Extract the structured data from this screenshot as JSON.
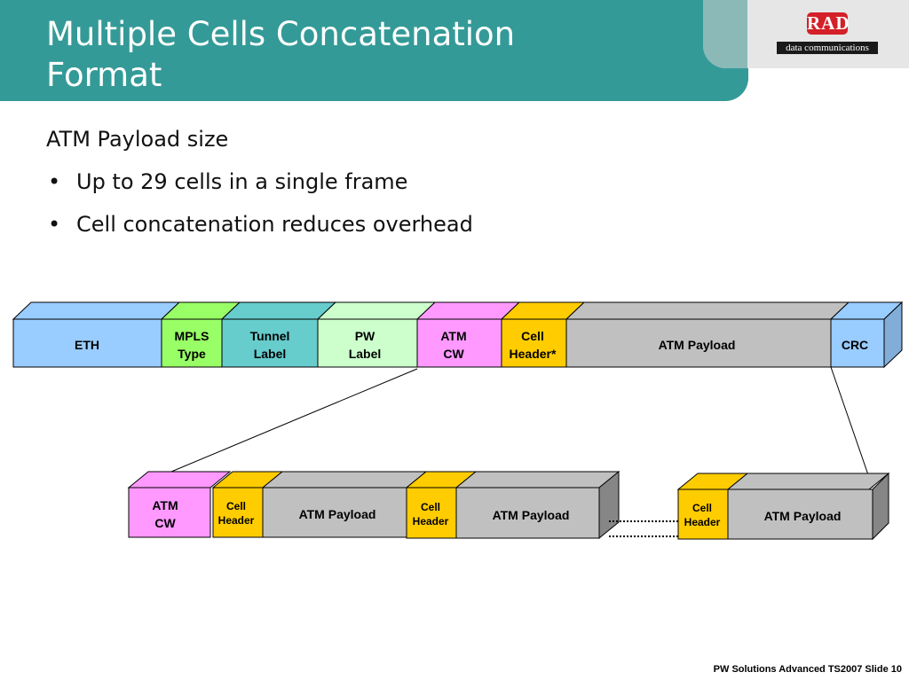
{
  "header": {
    "title_line1": "Multiple Cells Concatenation",
    "title_line2": "Format"
  },
  "logo": {
    "brand": "RAD",
    "tagline": "data communications"
  },
  "content": {
    "heading": "ATM Payload size",
    "bullets": [
      "Up to 29 cells in a single frame",
      "Cell concatenation reduces overhead"
    ]
  },
  "frame": {
    "fields": [
      {
        "line1": "ETH",
        "line2": "",
        "color": "#99ccff"
      },
      {
        "line1": "MPLS",
        "line2": "Type",
        "color": "#99ff66"
      },
      {
        "line1": "Tunnel",
        "line2": "Label",
        "color": "#66cccc"
      },
      {
        "line1": "PW",
        "line2": "Label",
        "color": "#ccffcc"
      },
      {
        "line1": "ATM",
        "line2": "CW",
        "color": "#ff99ff"
      },
      {
        "line1": "Cell",
        "line2": "Header*",
        "color": "#ffcc00"
      },
      {
        "line1": "ATM Payload",
        "line2": "",
        "color": "#c0c0c0"
      },
      {
        "line1": "CRC",
        "line2": "",
        "color": "#99ccff"
      }
    ]
  },
  "expanded": {
    "cw": {
      "line1": "ATM",
      "line2": "CW",
      "color": "#ff99ff"
    },
    "cell_header": {
      "line1": "Cell",
      "line2": "Header",
      "color": "#ffcc00"
    },
    "payload": {
      "label": "ATM Payload",
      "color": "#c0c0c0"
    }
  },
  "footer": {
    "text": "PW Solutions Advanced  TS2007 Slide 10"
  }
}
